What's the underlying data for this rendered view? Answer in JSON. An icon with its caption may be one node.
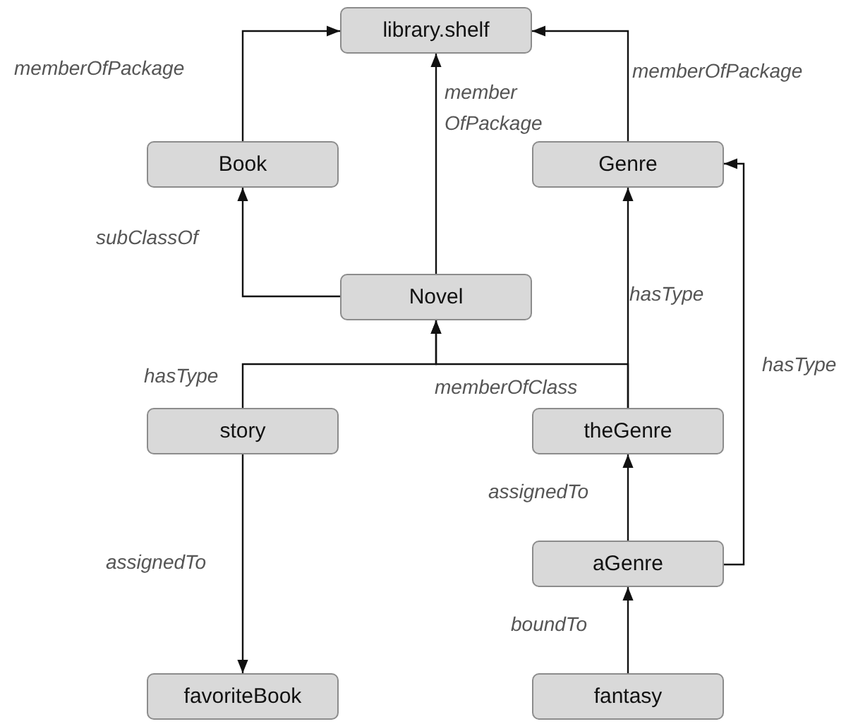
{
  "diagram": {
    "nodes": [
      {
        "text": [
          "library.shelf"
        ]
      },
      {
        "text": [
          "Book"
        ]
      },
      {
        "text": [
          "Genre"
        ]
      },
      {
        "text": [
          "Novel"
        ]
      },
      {
        "text": [
          "story"
        ]
      },
      {
        "text": [
          "theGenre"
        ]
      },
      {
        "text": [
          "aGenre"
        ]
      },
      {
        "text": [
          "favoriteBook"
        ]
      },
      {
        "text": [
          "fantasy"
        ]
      }
    ],
    "edges": [
      {
        "from": 1,
        "to": 0,
        "arrow": "to",
        "label": "memberOfPackage"
      },
      {
        "from": 3,
        "to": 0,
        "arrow": "to",
        "label": "member OfPackage"
      },
      {
        "from": 2,
        "to": 0,
        "arrow": "to",
        "label": "memberOfPackage"
      },
      {
        "from": 3,
        "to": 1,
        "arrow": "to",
        "label": "subClassOf"
      },
      {
        "from": 4,
        "to": 3,
        "arrow": "to",
        "label": "hasType"
      },
      {
        "from": 5,
        "to": 3,
        "arrow": "to",
        "label": "memberOfClass"
      },
      {
        "from": 5,
        "to": 2,
        "arrow": "to",
        "label": "hasType"
      },
      {
        "from": 6,
        "to": 2,
        "arrow": "to",
        "label": "hasType"
      },
      {
        "from": 6,
        "to": 5,
        "arrow": "to",
        "label": "assignedTo"
      },
      {
        "from": 8,
        "to": 6,
        "arrow": "to",
        "label": "boundTo"
      },
      {
        "from": 4,
        "to": 7,
        "arrow": "to",
        "label": "assignedTo"
      }
    ]
  }
}
